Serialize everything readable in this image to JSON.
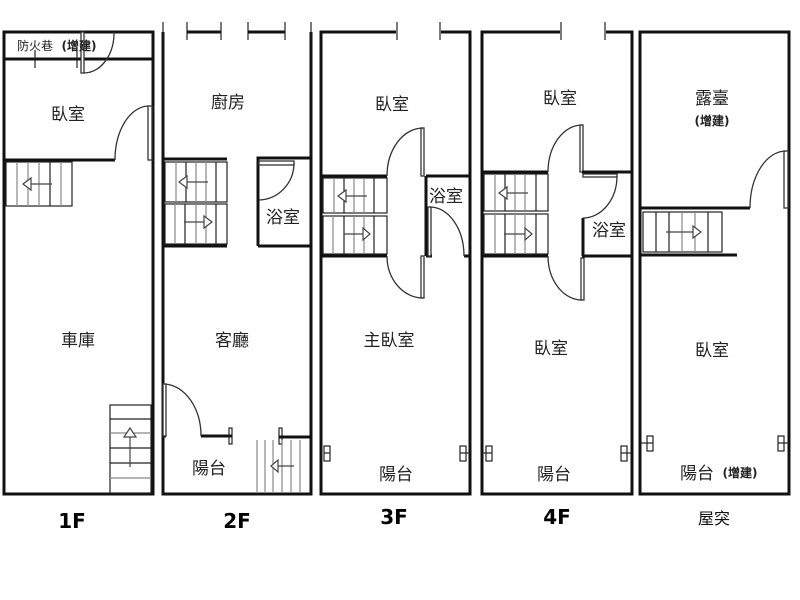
{
  "floors": [
    {
      "label": "1F",
      "rooms": {
        "fire_lane": "防火巷",
        "fire_lane_note": "(增建)",
        "bedroom": "臥室",
        "garage": "車庫"
      }
    },
    {
      "label": "2F",
      "rooms": {
        "kitchen": "廚房",
        "bathroom": "浴室",
        "living_room": "客廳",
        "balcony": "陽台"
      }
    },
    {
      "label": "3F",
      "rooms": {
        "bedroom": "臥室",
        "bathroom": "浴室",
        "master_bedroom": "主臥室",
        "balcony": "陽台"
      }
    },
    {
      "label": "4F",
      "rooms": {
        "bedroom_front": "臥室",
        "bathroom": "浴室",
        "bedroom_rear": "臥室",
        "balcony": "陽台"
      }
    },
    {
      "label": "屋突",
      "rooms": {
        "terrace": "露臺",
        "terrace_note": "(增建)",
        "bedroom": "臥室",
        "balcony": "陽台",
        "balcony_note": "(增建)"
      }
    }
  ]
}
